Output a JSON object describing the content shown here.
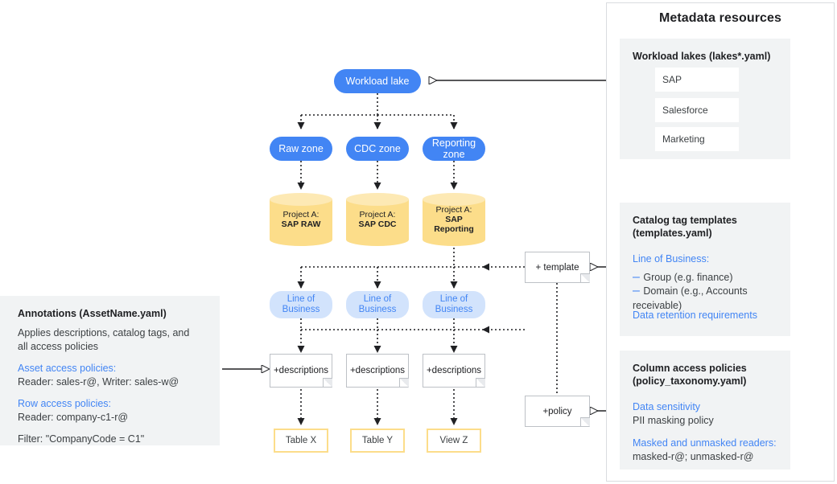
{
  "right_panel": {
    "title": "Metadata resources",
    "lakes_card": {
      "title": "Workload lakes (lakes*.yaml)",
      "items": [
        "SAP",
        "Salesforce",
        "Marketing"
      ]
    },
    "templates_card": {
      "title_line1": "Catalog tag templates",
      "title_line2": "(templates.yaml)",
      "heading1": "Line of Business:",
      "bullets": [
        "Group (e.g. finance)",
        "Domain (e.g., Accounts receivable)"
      ],
      "heading2": "Data retention requirements"
    },
    "policies_card": {
      "title_line1": "Column access policies",
      "title_line2": "(policy_taxonomy.yaml)",
      "heading1": "Data sensitivity",
      "text1": "PII masking policy",
      "heading2": "Masked and unmasked readers:",
      "text2": "masked-r@; unmasked-r@"
    }
  },
  "left_panel": {
    "title": "Annotations (AssetName.yaml)",
    "intro_line1": "Applies descriptions, catalog tags, and",
    "intro_line2": "all access policies",
    "heading1": "Asset access policies:",
    "text1": "Reader: sales-r@, Writer: sales-w@",
    "heading2": "Row access policies:",
    "text2": "Reader: company-c1-r@",
    "text3": "Filter: \"CompanyCode = C1\""
  },
  "flow": {
    "lake": "Workload lake",
    "zones": [
      "Raw zone",
      "CDC zone",
      "Reporting zone"
    ],
    "projects": [
      {
        "line1": "Project A:",
        "line2": "SAP RAW"
      },
      {
        "line1": "Project A:",
        "line2": "SAP CDC"
      },
      {
        "line1": "Project A:",
        "line2": "SAP",
        "line3": "Reporting"
      }
    ],
    "lob_label_line1": "Line of",
    "lob_label_line2": "Business",
    "descriptions_label": "+descriptions",
    "tables": [
      "Table X",
      "Table Y",
      "View Z"
    ],
    "template_note": "+ template",
    "policy_note": "+policy"
  },
  "colors": {
    "blue": "#4285f4",
    "light_blue": "#d2e3fc",
    "amber": "#fcdd8a",
    "amber_light": "#fde9b4",
    "card_gray": "#f1f3f4",
    "border_gray": "#bdc1c6"
  }
}
